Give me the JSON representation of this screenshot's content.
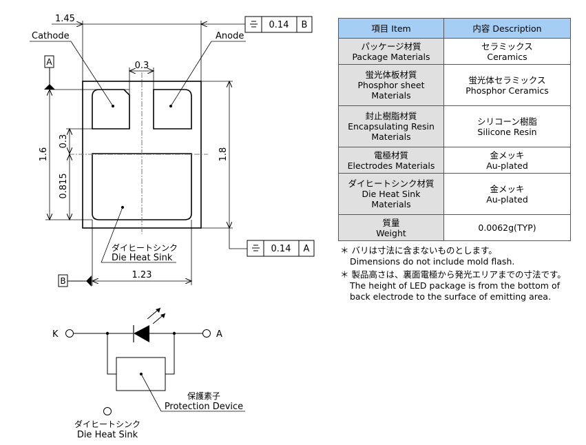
{
  "package_drawing": {
    "dimensions": {
      "overall_width": "1.45",
      "overall_height": "1.8",
      "pad_gap": "0.3",
      "pad_to_sink_gap": "0.3",
      "sink_height": "0.815",
      "datum_height": "1.6",
      "sink_width": "1.23"
    },
    "labels": {
      "cathode": "Cathode",
      "anode": "Anode",
      "die_heat_sink_jp": "ダイヒートシンク",
      "die_heat_sink_en": "Die Heat Sink"
    },
    "datums": {
      "a": "A",
      "b": "B"
    },
    "tolerance_frames": [
      {
        "symbol": "symmetry",
        "value": "0.14",
        "datum": "B"
      },
      {
        "symbol": "symmetry",
        "value": "0.14",
        "datum": "A"
      }
    ]
  },
  "schematic": {
    "terminal_k": "K",
    "terminal_a": "A",
    "protection_jp": "保護素子",
    "protection_en": "Protection Device",
    "heat_sink_jp": "ダイヒートシンク",
    "heat_sink_en": "Die Heat Sink"
  },
  "spec_table": {
    "headers": {
      "item": "項目 Item",
      "description": "内容 Description"
    },
    "rows": [
      {
        "item": [
          "パッケージ材質",
          "Package Materials"
        ],
        "description": [
          "セラミックス",
          "Ceramics"
        ]
      },
      {
        "item": [
          "蛍光体板材質",
          "Phosphor sheet",
          "Materials"
        ],
        "description": [
          "蛍光体セラミックス",
          "Phosphor Ceramics"
        ]
      },
      {
        "item": [
          "封止樹脂材質",
          "Encapsulating Resin",
          "Materials"
        ],
        "description": [
          "シリコーン樹脂",
          "Silicone Resin"
        ]
      },
      {
        "item": [
          "電極材質",
          "Electrodes Materials"
        ],
        "description": [
          "金メッキ",
          "Au-plated"
        ]
      },
      {
        "item": [
          "ダイヒートシンク材質",
          "Die Heat Sink",
          "Materials"
        ],
        "description": [
          "金メッキ",
          "Au-plated"
        ]
      },
      {
        "item": [
          "質量",
          "Weight"
        ],
        "description": [
          "0.0062g(TYP)"
        ]
      }
    ]
  },
  "notes": [
    {
      "jp": "＊ バリは寸法に含まないものとします。",
      "en": [
        "Dimensions do not include mold flash."
      ]
    },
    {
      "jp": "＊ 製品高さは、裏面電極から発光エリアまでの寸法です。",
      "en": [
        "The height of LED package is from the bottom of",
        "back electrode to the surface of emitting area."
      ]
    }
  ]
}
